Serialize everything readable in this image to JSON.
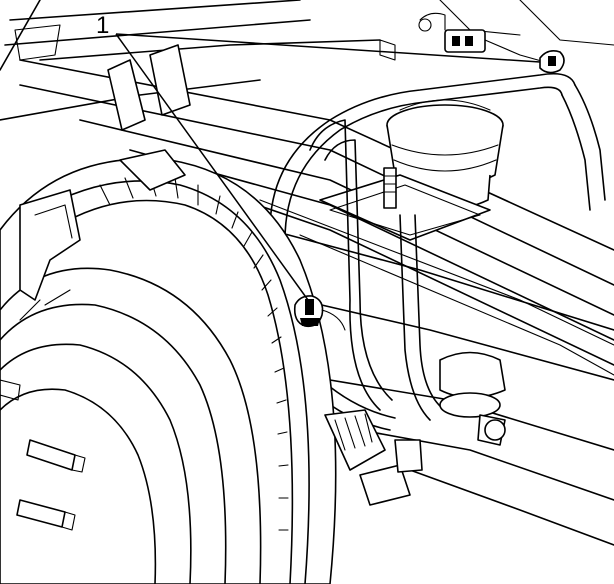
{
  "callout": {
    "number": "1"
  },
  "icons": {
    "left_sensor": "wheel-speed-sensor-connector",
    "right_connector": "harness-electrical-connector"
  },
  "colors": {
    "line": "#000000",
    "background": "#ffffff"
  }
}
